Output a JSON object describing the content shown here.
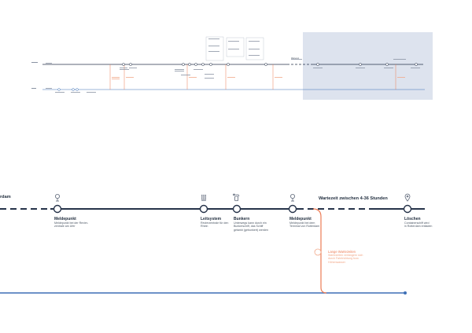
{
  "overview": {
    "wait_label": "Wartezeit"
  },
  "detail": {
    "edge_label": "rdam",
    "wait_label": "Wartezeit zwischen 4-36 Stunden",
    "stations": [
      {
        "title": "Meldepunkt",
        "desc": "Meldepunkt bei der Revier-\nzentrale am Ufer",
        "icon": "pin-icon"
      },
      {
        "title": "Leitsystem",
        "desc": "Revierzentrale für den\nRhein",
        "icon": "building-icon"
      },
      {
        "title": "Bunkern",
        "desc": "Unterwegs kann durch ein\nBunkerschiff, das Schiff\ngetankt (gebunkert) werden",
        "icon": "fuel-icon"
      },
      {
        "title": "Meldepunkt",
        "desc": "Meldepunkt bei dem\nTerminal von Rotterdam",
        "icon": "pin-icon"
      },
      {
        "title": "Löschen",
        "desc": "Containerschiff wird\nin Rotterdam entladen",
        "icon": "location-icon"
      }
    ],
    "branch": {
      "title": "Lange Wartezeiten",
      "desc": "Wartezeiten verlängern sich\ndurch Fahrtrichtung bzw.\nHöhenwasser"
    }
  },
  "colors": {
    "navy": "#26334a",
    "blue": "#3d6fb6",
    "orange": "#ec7c55",
    "highlight": "#dde3ee"
  }
}
